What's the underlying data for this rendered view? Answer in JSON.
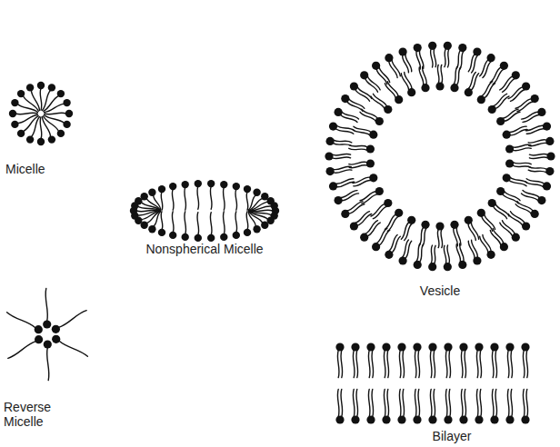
{
  "diagram": {
    "labels": [
      "Micelle",
      "Nonspherical Micelle",
      "Vesicle",
      "Reverse Micelle",
      "Bilayer"
    ]
  }
}
